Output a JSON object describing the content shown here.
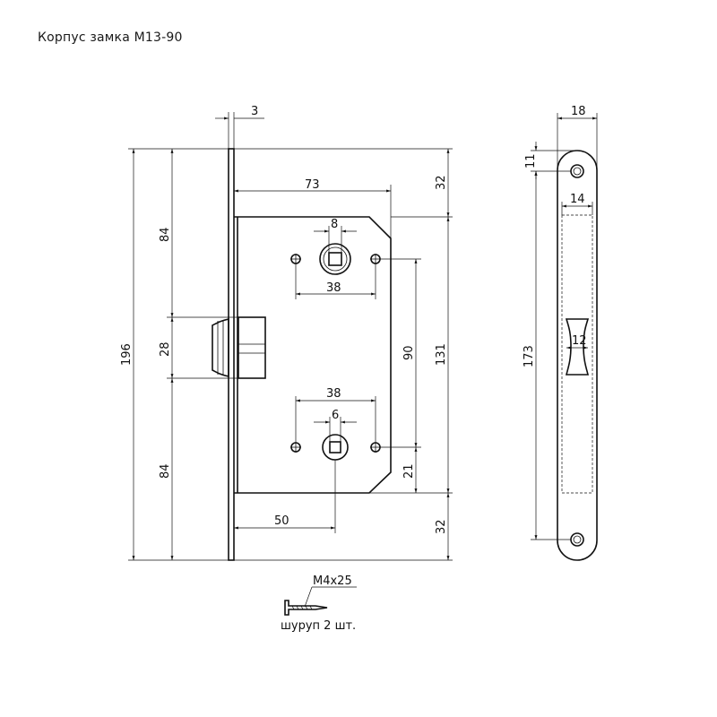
{
  "title": "Корпус замка М13-90",
  "dimensions": {
    "faceplate_thickness": "3",
    "width_73": "73",
    "top_32": "32",
    "bottom_32": "32",
    "spindle_square": "8",
    "hole_spacing_top": "38",
    "hole_spacing_bottom": "38",
    "cylinder_square": "6",
    "height_84_top": "84",
    "height_84_bottom": "84",
    "latch_28": "28",
    "total_196": "196",
    "center_distance_90": "90",
    "body_131": "131",
    "bottom_21": "21",
    "backset_50": "50",
    "strike_width_18": "18",
    "strike_11": "11",
    "strike_14": "14",
    "strike_12": "12",
    "strike_173": "173"
  },
  "screw": {
    "spec": "M4x25",
    "note": "шуруп 2 шт."
  }
}
